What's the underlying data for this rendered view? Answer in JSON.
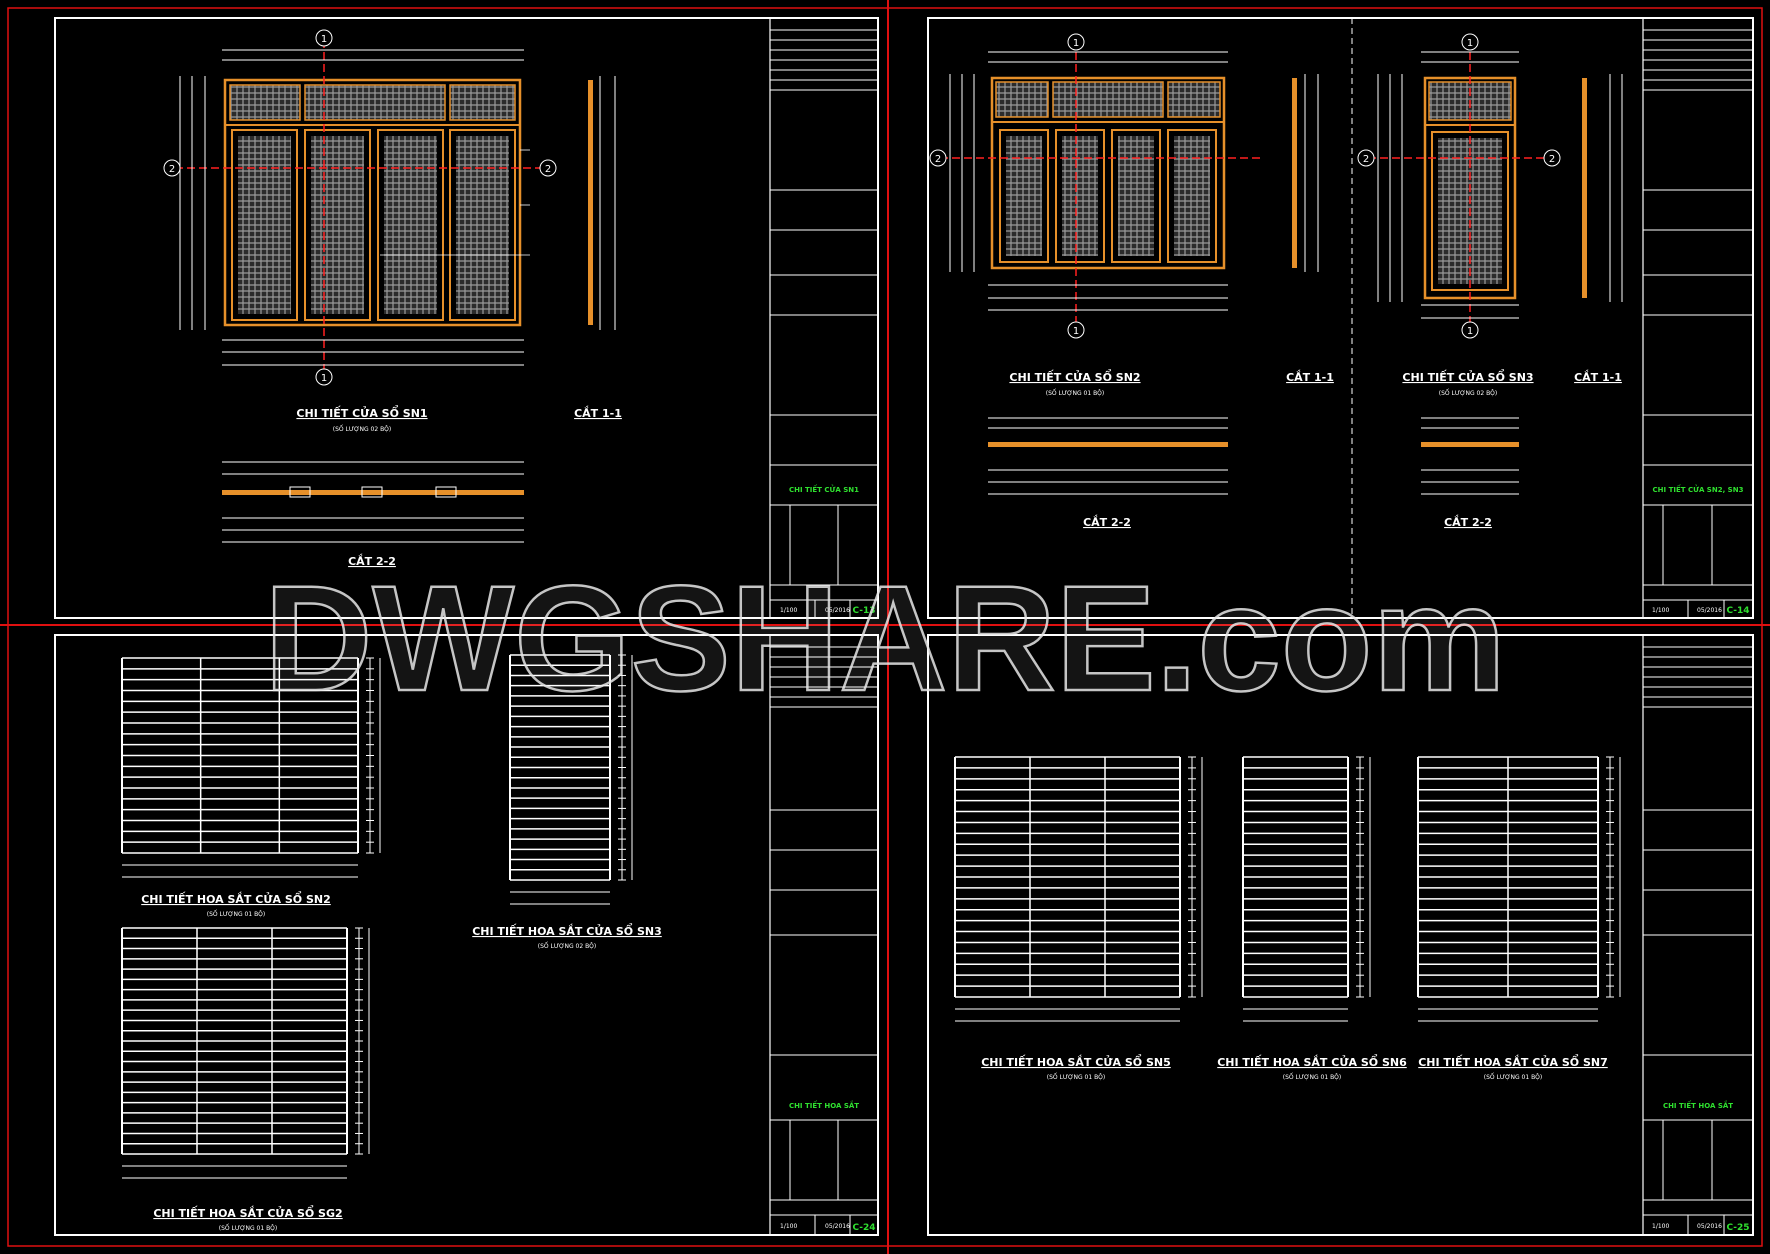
{
  "watermark": "DWGSHARE.com",
  "sheets": [
    {
      "sheet_code": "C-13",
      "green_title": "CHI TIẾT CỬA SN1",
      "scale": "1/100",
      "date": "05/2016",
      "drawings": [
        {
          "title": "CHI TIẾT CỬA SỔ SN1",
          "subtitle": "(SỐ LƯỢNG 02 BỘ)"
        },
        {
          "title": "CẮT 1-1",
          "subtitle": ""
        },
        {
          "title": "CẮT 2-2",
          "subtitle": ""
        }
      ]
    },
    {
      "sheet_code": "C-14",
      "green_title": "CHI TIẾT CỬA SN2, SN3",
      "scale": "1/100",
      "date": "05/2016",
      "drawings": [
        {
          "title": "CHI TIẾT CỬA SỔ SN2",
          "subtitle": "(SỐ LƯỢNG 01 BỘ)"
        },
        {
          "title": "CẮT 1-1",
          "subtitle": ""
        },
        {
          "title": "CHI TIẾT CỬA SỔ SN3",
          "subtitle": "(SỐ LƯỢNG 02 BỘ)"
        },
        {
          "title": "CẮT 1-1",
          "subtitle": ""
        },
        {
          "title": "CẮT 2-2",
          "subtitle": ""
        },
        {
          "title": "CẮT 2-2",
          "subtitle": ""
        }
      ]
    },
    {
      "sheet_code": "C-24",
      "green_title": "CHI TIẾT HOA SẮT",
      "scale": "1/100",
      "date": "05/2016",
      "drawings": [
        {
          "title": "CHI TIẾT HOA SẮT CỬA SỔ SN2",
          "subtitle": "(SỐ LƯỢNG 01 BỘ)"
        },
        {
          "title": "CHI TIẾT HOA SẮT CỬA SỔ SN3",
          "subtitle": "(SỐ LƯỢNG 02 BỘ)"
        },
        {
          "title": "CHI TIẾT HOA SẮT CỬA SỔ SG2",
          "subtitle": "(SỐ LƯỢNG 01 BỘ)"
        }
      ]
    },
    {
      "sheet_code": "C-25",
      "green_title": "CHI TIẾT HOA SẮT",
      "scale": "1/100",
      "date": "05/2016",
      "drawings": [
        {
          "title": "CHI TIẾT HOA SẮT CỬA SỔ SN5",
          "subtitle": "(SỐ LƯỢNG 01 BỘ)"
        },
        {
          "title": "CHI TIẾT HOA SẮT CỬA SỔ SN6",
          "subtitle": "(SỐ LƯỢNG 01 BỘ)"
        },
        {
          "title": "CHI TIẾT HOA SẮT CỬA SỔ SN7",
          "subtitle": "(SỐ LƯỢNG 01 BỘ)"
        }
      ]
    }
  ],
  "grid_labels": [
    "1",
    "2"
  ],
  "colors": {
    "background": "#000000",
    "frame": "#ffffff",
    "divider": "#e01010",
    "axis": "#ff2020",
    "window_frame": "#e6902a",
    "mesh": "#9a9a9a",
    "text": "#ffffff",
    "accent_text": "#2fe02f",
    "sheet_code": "#2fe02f"
  }
}
